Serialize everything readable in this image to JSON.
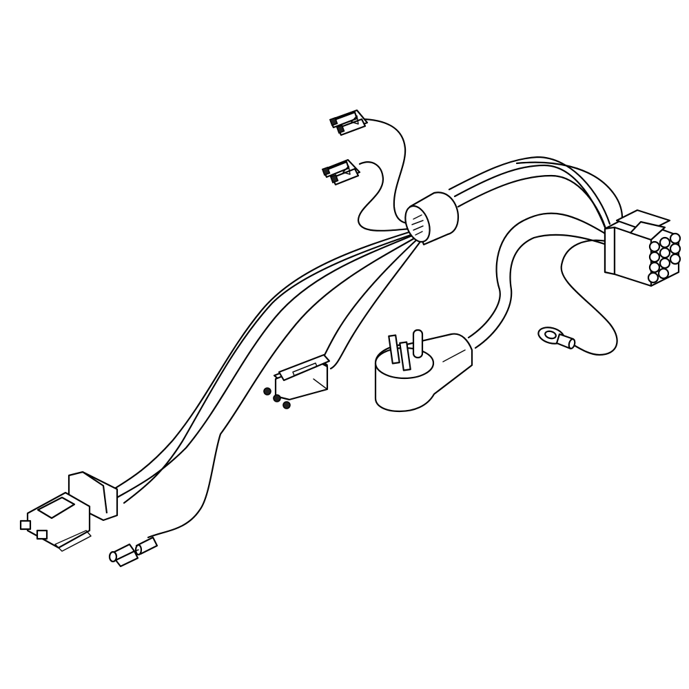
{
  "diagram": {
    "title": "Wire harness assembly",
    "background": "#ffffff",
    "line_color": "#000000",
    "components": [
      {
        "id": "spade-connector-top",
        "label": "Dual spade connector (upper)"
      },
      {
        "id": "spade-connector-middle",
        "label": "Dual spade connector (lower)"
      },
      {
        "id": "wire-sleeve",
        "label": "Wire bundle sleeve"
      },
      {
        "id": "multi-pin-connector",
        "label": "12-pin connector block"
      },
      {
        "id": "power-plug",
        "label": "3-prong angled power plug"
      },
      {
        "id": "ring-terminal",
        "label": "Ground ring terminal"
      },
      {
        "id": "three-pin-connector",
        "label": "3-pin connector"
      },
      {
        "id": "two-pin-connector",
        "label": "2-pin housing connector"
      },
      {
        "id": "female-spade-terminal",
        "label": "Female quick-disconnect terminal"
      }
    ]
  }
}
